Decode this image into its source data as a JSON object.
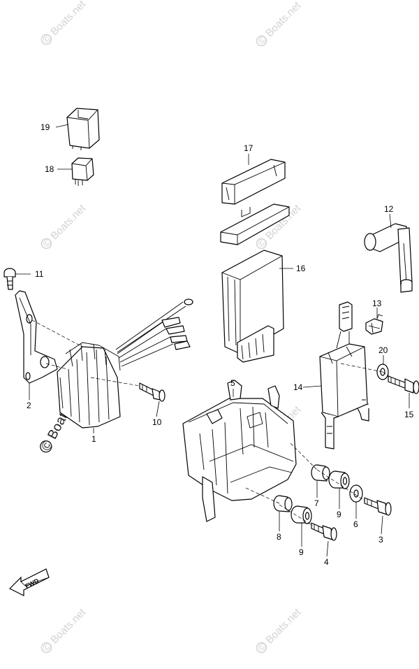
{
  "watermark": {
    "text": "Boats.net",
    "symbol": "©"
  },
  "callouts": {
    "c1": "1",
    "c2": "2",
    "c3": "3",
    "c4": "4",
    "c5": "5",
    "c6": "6",
    "c7": "7",
    "c8": "8",
    "c9a": "9",
    "c9b": "9",
    "c10": "10",
    "c11": "11",
    "c12": "12",
    "c13": "13",
    "c14": "14",
    "c15": "15",
    "c16": "16",
    "c17": "17",
    "c18": "18",
    "c19": "19",
    "c20": "20"
  },
  "direction": {
    "label": "FWD"
  },
  "colors": {
    "line": "#000000",
    "background": "#ffffff",
    "watermark": "#d2d2d2"
  }
}
